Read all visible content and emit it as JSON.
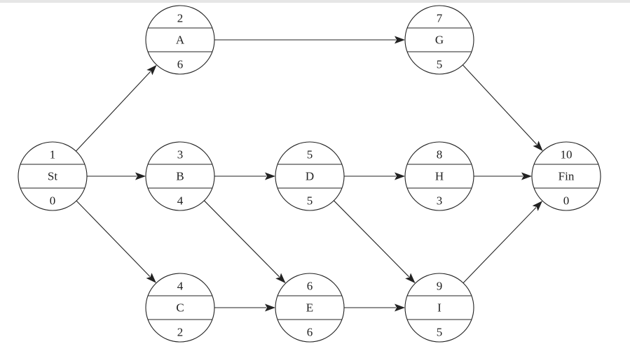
{
  "colors": {
    "stroke": "#222222",
    "background": "#ffffff"
  },
  "nodes": [
    {
      "id": "st",
      "number": "1",
      "label": "St",
      "duration": "0"
    },
    {
      "id": "a",
      "number": "2",
      "label": "A",
      "duration": "6"
    },
    {
      "id": "b",
      "number": "3",
      "label": "B",
      "duration": "4"
    },
    {
      "id": "c",
      "number": "4",
      "label": "C",
      "duration": "2"
    },
    {
      "id": "d",
      "number": "5",
      "label": "D",
      "duration": "5"
    },
    {
      "id": "e",
      "number": "6",
      "label": "E",
      "duration": "6"
    },
    {
      "id": "g",
      "number": "7",
      "label": "G",
      "duration": "5"
    },
    {
      "id": "h",
      "number": "8",
      "label": "H",
      "duration": "3"
    },
    {
      "id": "i",
      "number": "9",
      "label": "I",
      "duration": "5"
    },
    {
      "id": "fin",
      "number": "10",
      "label": "Fin",
      "duration": "0"
    }
  ],
  "edges": [
    {
      "from": "st",
      "to": "a"
    },
    {
      "from": "st",
      "to": "b"
    },
    {
      "from": "st",
      "to": "c"
    },
    {
      "from": "a",
      "to": "g"
    },
    {
      "from": "b",
      "to": "d"
    },
    {
      "from": "b",
      "to": "e"
    },
    {
      "from": "c",
      "to": "e"
    },
    {
      "from": "d",
      "to": "h"
    },
    {
      "from": "d",
      "to": "i"
    },
    {
      "from": "e",
      "to": "i"
    },
    {
      "from": "g",
      "to": "fin"
    },
    {
      "from": "h",
      "to": "fin"
    },
    {
      "from": "i",
      "to": "fin"
    }
  ]
}
